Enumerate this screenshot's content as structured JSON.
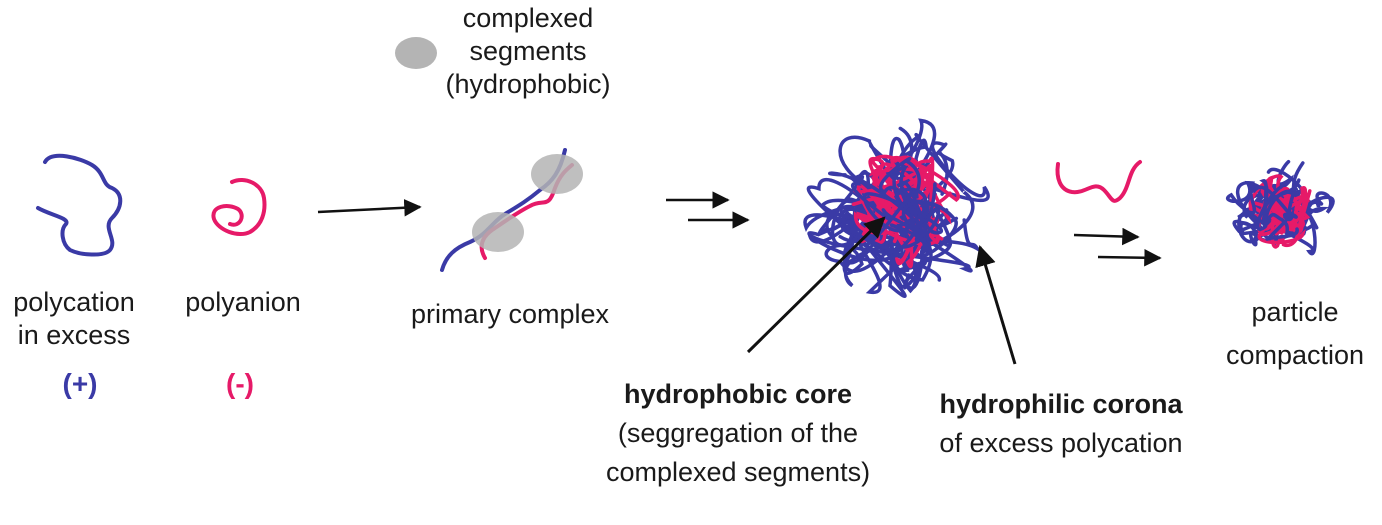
{
  "colors": {
    "polycation": "#3a3aa6",
    "polyanion": "#e61a68",
    "complexed_segment": "#b4b4b4",
    "arrow": "#111111"
  },
  "labels": {
    "polycation_line1": "polycation",
    "polycation_line2": "in excess",
    "polycation_sign": "(+)",
    "polyanion": "polyanion",
    "polyanion_sign": "(-)",
    "complexed_line1": "complexed",
    "complexed_line2": "segments",
    "complexed_line3": "(hydrophobic)",
    "primary_complex": "primary complex",
    "core_title": "hydrophobic core",
    "core_line2": "(seggregation of the",
    "core_line3": "complexed segments)",
    "corona_title": "hydrophilic corona",
    "corona_line2": "of excess polycation",
    "particle_line1": "particle",
    "particle_line2": "compaction"
  }
}
